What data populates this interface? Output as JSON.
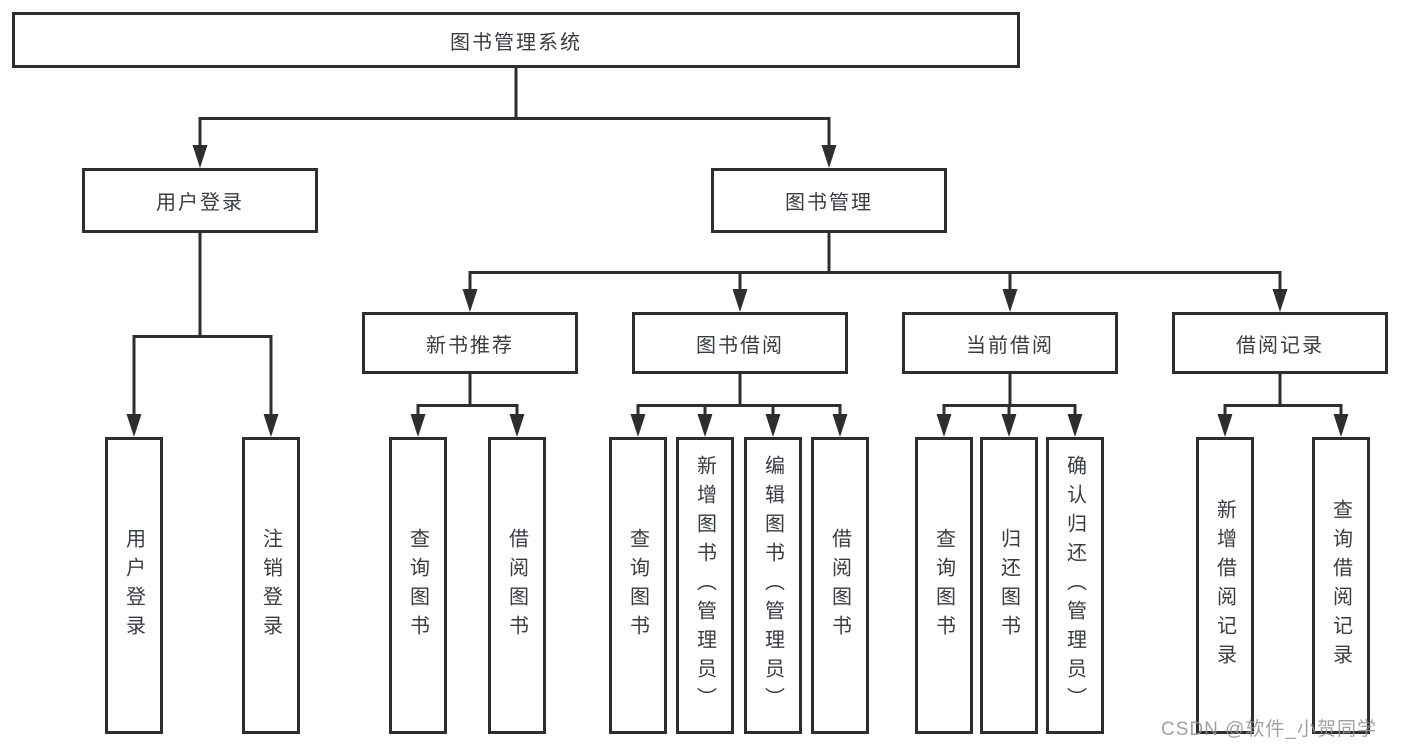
{
  "tree": {
    "root": {
      "label": "图书管理系统"
    },
    "branches": [
      {
        "label": "用户登录",
        "children": [
          "用户登录",
          "注销登录"
        ]
      },
      {
        "label": "图书管理",
        "groups": [
          {
            "label": "新书推荐",
            "children": [
              "查询图书",
              "借阅图书"
            ]
          },
          {
            "label": "图书借阅",
            "children": [
              "查询图书",
              "新增图书（管理员）",
              "编辑图书（管理员）",
              "借阅图书"
            ]
          },
          {
            "label": "当前借阅",
            "children": [
              "查询图书",
              "归还图书",
              "确认归还（管理员）"
            ]
          },
          {
            "label": "借阅记录",
            "children": [
              "新增借阅记录",
              "查询借阅记录"
            ]
          }
        ]
      }
    ]
  },
  "watermark": "CSDN @软件_小贺同学",
  "colors": {
    "line": "#2e2e2e",
    "text": "#383d42",
    "background": "#ffffff",
    "watermark": "#919191"
  }
}
